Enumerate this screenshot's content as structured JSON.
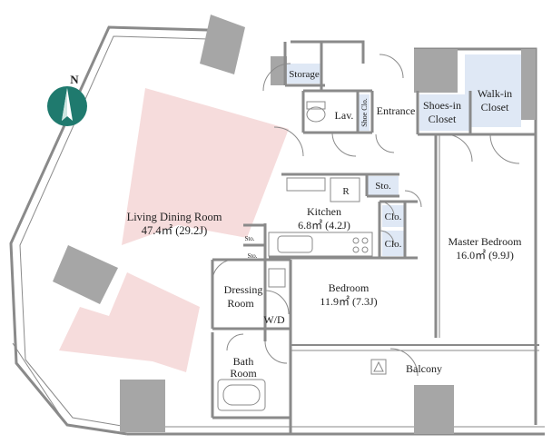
{
  "compass": {
    "letter": "N",
    "icon": "north-arrow-icon"
  },
  "rooms": {
    "living": {
      "name": "Living Dining Room",
      "area": "47.4㎡ (29.2J)"
    },
    "kitchen": {
      "name": "Kitchen",
      "area": "6.8㎡ (4.2J)"
    },
    "master": {
      "name": "Master Bedroom",
      "area": "16.0㎡ (9.9J)"
    },
    "bedroom": {
      "name": "Bedroom",
      "area": "11.9㎡ (7.3J)"
    },
    "dressing": {
      "line1": "Dressing",
      "line2": "Room"
    },
    "wd": "W/D",
    "bath": {
      "line1": "Bath",
      "line2": "Room"
    },
    "balcony": "Balcony",
    "storage": "Storage",
    "lav": "Lav.",
    "shoe_clo": "Shoe Clo.",
    "entrance": "Entrance",
    "shoes_in": {
      "line1": "Shoes-in",
      "line2": "Closet"
    },
    "walk_in": {
      "line1": "Walk-in",
      "line2": "Closet"
    },
    "sto_kitchen": "Sto.",
    "sto_small1": "Sto.",
    "sto_small2": "Sto.",
    "clo1": "Clo.",
    "clo2": "Clo.",
    "fridge": "R"
  },
  "colors": {
    "wall": "#8a8a8a",
    "pillar": "#a6a6a6",
    "closet_fill": "#dfe8f5",
    "living_highlight": "#f6dcdc",
    "compass": "#1f7a6e"
  }
}
